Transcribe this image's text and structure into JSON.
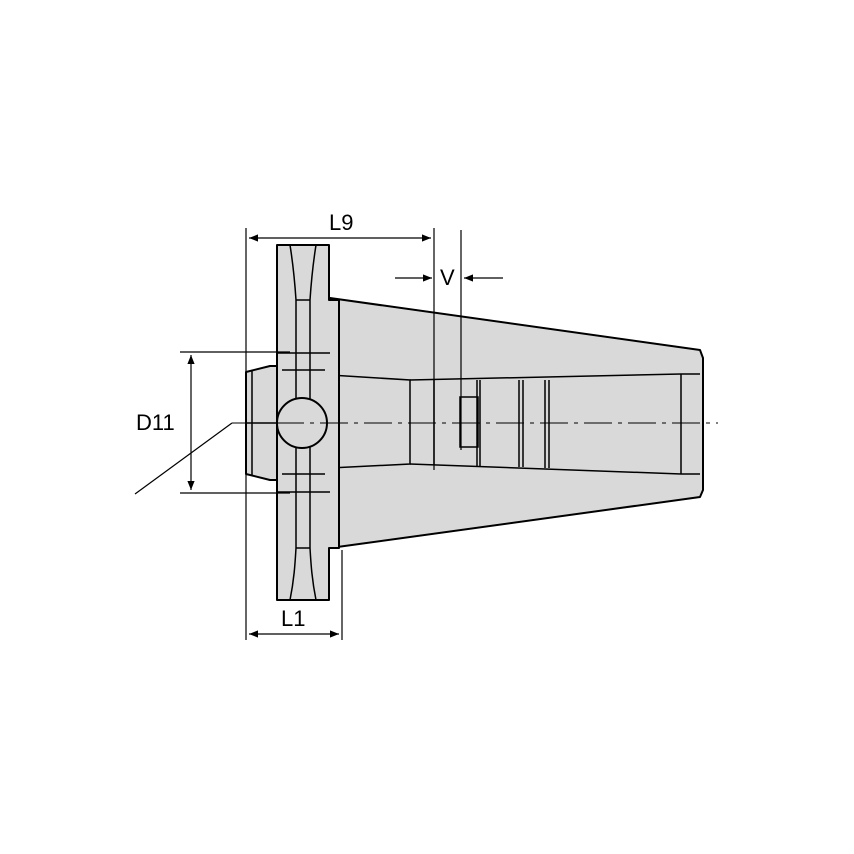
{
  "drawing": {
    "part_fill": "#d9d9d9",
    "line_color": "#000000",
    "dimensions": {
      "l9": "L9",
      "v": "V",
      "d11": "D11",
      "l1": "L1"
    }
  }
}
